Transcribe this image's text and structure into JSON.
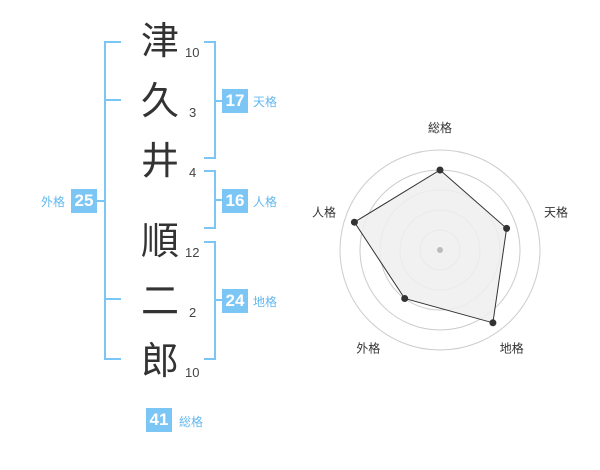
{
  "name": {
    "chars": [
      "津",
      "久",
      "井",
      "順",
      "二",
      "郎"
    ],
    "strokes": [
      "10",
      "3",
      "4",
      "12",
      "2",
      "10"
    ]
  },
  "fortune": {
    "tenkaku": {
      "value": "17",
      "label": "天格"
    },
    "jinkaku": {
      "value": "16",
      "label": "人格"
    },
    "chikaku": {
      "value": "24",
      "label": "地格"
    },
    "gaikaku": {
      "value": "25",
      "label": "外格"
    },
    "soukaku": {
      "value": "41",
      "label": "総格"
    }
  },
  "chart_data": {
    "type": "radar",
    "axes": [
      "総格",
      "天格",
      "地格",
      "外格",
      "人格"
    ],
    "values": [
      4,
      3.5,
      4.5,
      3,
      4.5
    ],
    "max": 5,
    "rings": 5,
    "colors": {
      "fill": "#eeeeee",
      "line": "#333333",
      "grid": "#cccccc",
      "point": "#333333",
      "center": "#bbbbbb"
    }
  }
}
